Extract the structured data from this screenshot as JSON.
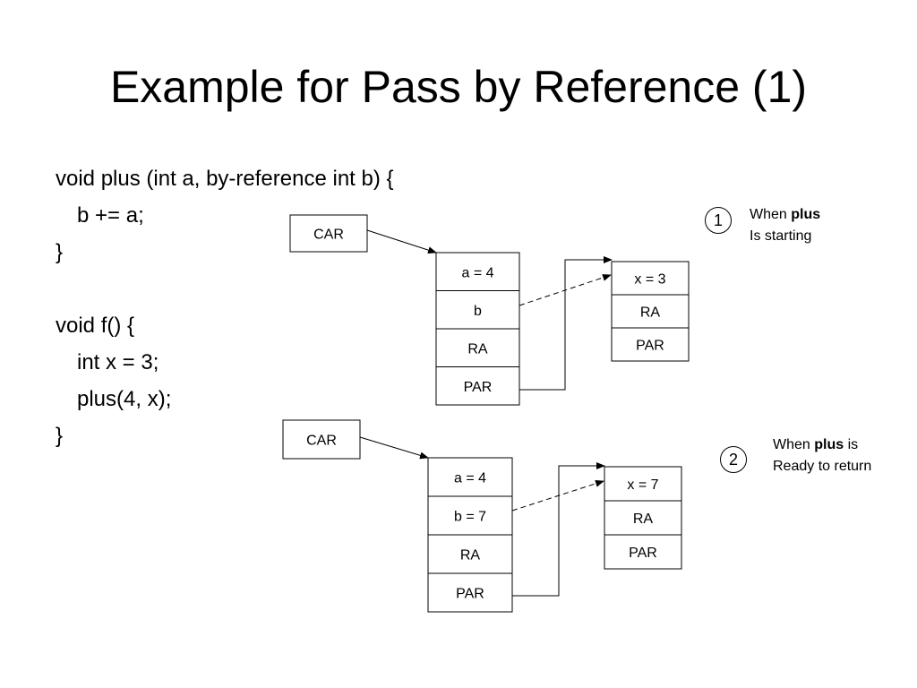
{
  "title": "Example for Pass by Reference (1)",
  "code": [
    {
      "text": "void plus (int a, by-reference int b) {",
      "indent": false
    },
    {
      "text": "b += a;",
      "indent": true
    },
    {
      "text": "}",
      "indent": false
    },
    {
      "text": "",
      "indent": false
    },
    {
      "text": "void f() {",
      "indent": false
    },
    {
      "text": "int x = 3;",
      "indent": true
    },
    {
      "text": "plus(4, x);",
      "indent": true
    },
    {
      "text": "}",
      "indent": false
    }
  ],
  "state1": {
    "step": "1",
    "note_prefix": "When ",
    "note_bold": "plus",
    "note_suffix": "",
    "note_line2": "Is starting",
    "car": "CAR",
    "plus_frame": [
      "a = 4",
      "b",
      "RA",
      "PAR"
    ],
    "f_frame": [
      "x = 3",
      "RA",
      "PAR"
    ]
  },
  "state2": {
    "step": "2",
    "note_prefix": "When ",
    "note_bold": "plus",
    "note_suffix": " is",
    "note_line2": "Ready to return",
    "car": "CAR",
    "plus_frame": [
      "a = 4",
      "b = 7",
      "RA",
      "PAR"
    ],
    "f_frame": [
      "x = 7",
      "RA",
      "PAR"
    ]
  }
}
